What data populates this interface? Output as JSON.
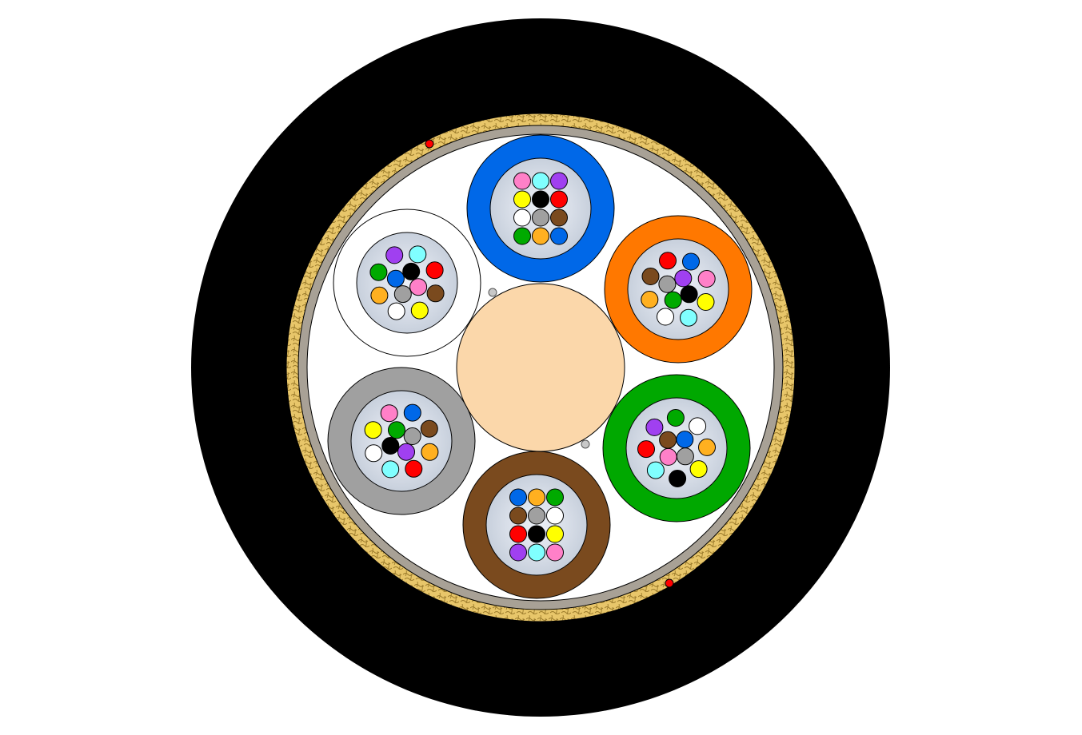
{
  "diagram": {
    "kind": "fiber-optic-cable-cross-section",
    "text_labels": []
  },
  "colors": {
    "background": "#ffffff",
    "outer_sheath": "#000000",
    "armor_tape": "#e8c66a",
    "armor_tape_texture": "#9a7a2a",
    "inner_sheath": "#a8a196",
    "core_fill": "#ffffff",
    "central_member": "#fbd7aa",
    "tube_gel": "#ccd4e0",
    "tube_gel_light": "#edf1f7",
    "ripcord": "#ff0000",
    "filler_thread": "#c8c8c8"
  },
  "tubes": [
    {
      "name": "blue",
      "color": "#0068e8",
      "fibers": [
        "#ff80c8",
        "#80ffff",
        "#a040f0",
        "#ffff00",
        "#000000",
        "#ff0000",
        "#ffffff",
        "#a0a0a0",
        "#7a4a1e",
        "#00aa00",
        "#ffb020",
        "#0068e8"
      ]
    },
    {
      "name": "orange",
      "color": "#ff7800",
      "fibers": [
        "#ff80c8",
        "#ffff00",
        "#80ffff",
        "#ffffff",
        "#000000",
        "#00aa00",
        "#a0a0a0",
        "#a040f0",
        "#ffb020",
        "#7a4a1e",
        "#ff0000",
        "#0068e8"
      ]
    },
    {
      "name": "green",
      "color": "#00a800",
      "fibers": [
        "#00aa00",
        "#ffffff",
        "#ffb020",
        "#ffff00",
        "#0068e8",
        "#a0a0a0",
        "#ff80c8",
        "#7a4a1e",
        "#000000",
        "#80ffff",
        "#ff0000",
        "#a040f0"
      ]
    },
    {
      "name": "brown",
      "color": "#7a4a1e",
      "fibers": [
        "#0068e8",
        "#ffb020",
        "#00aa00",
        "#7a4a1e",
        "#a0a0a0",
        "#ffffff",
        "#ff0000",
        "#000000",
        "#ffff00",
        "#a040f0",
        "#80ffff",
        "#ff80c8"
      ]
    },
    {
      "name": "grey",
      "color": "#a0a0a0",
      "fibers": [
        "#0068e8",
        "#7a4a1e",
        "#ffb020",
        "#ff0000",
        "#a0a0a0",
        "#a040f0",
        "#000000",
        "#00aa00",
        "#80ffff",
        "#ffffff",
        "#ffff00",
        "#ff80c8"
      ]
    },
    {
      "name": "white",
      "color": "#ffffff",
      "fibers": [
        "#a040f0",
        "#80ffff",
        "#ff0000",
        "#7a4a1e",
        "#000000",
        "#ff80c8",
        "#a0a0a0",
        "#0068e8",
        "#ffff00",
        "#ffffff",
        "#ffb020",
        "#00aa00"
      ]
    }
  ]
}
